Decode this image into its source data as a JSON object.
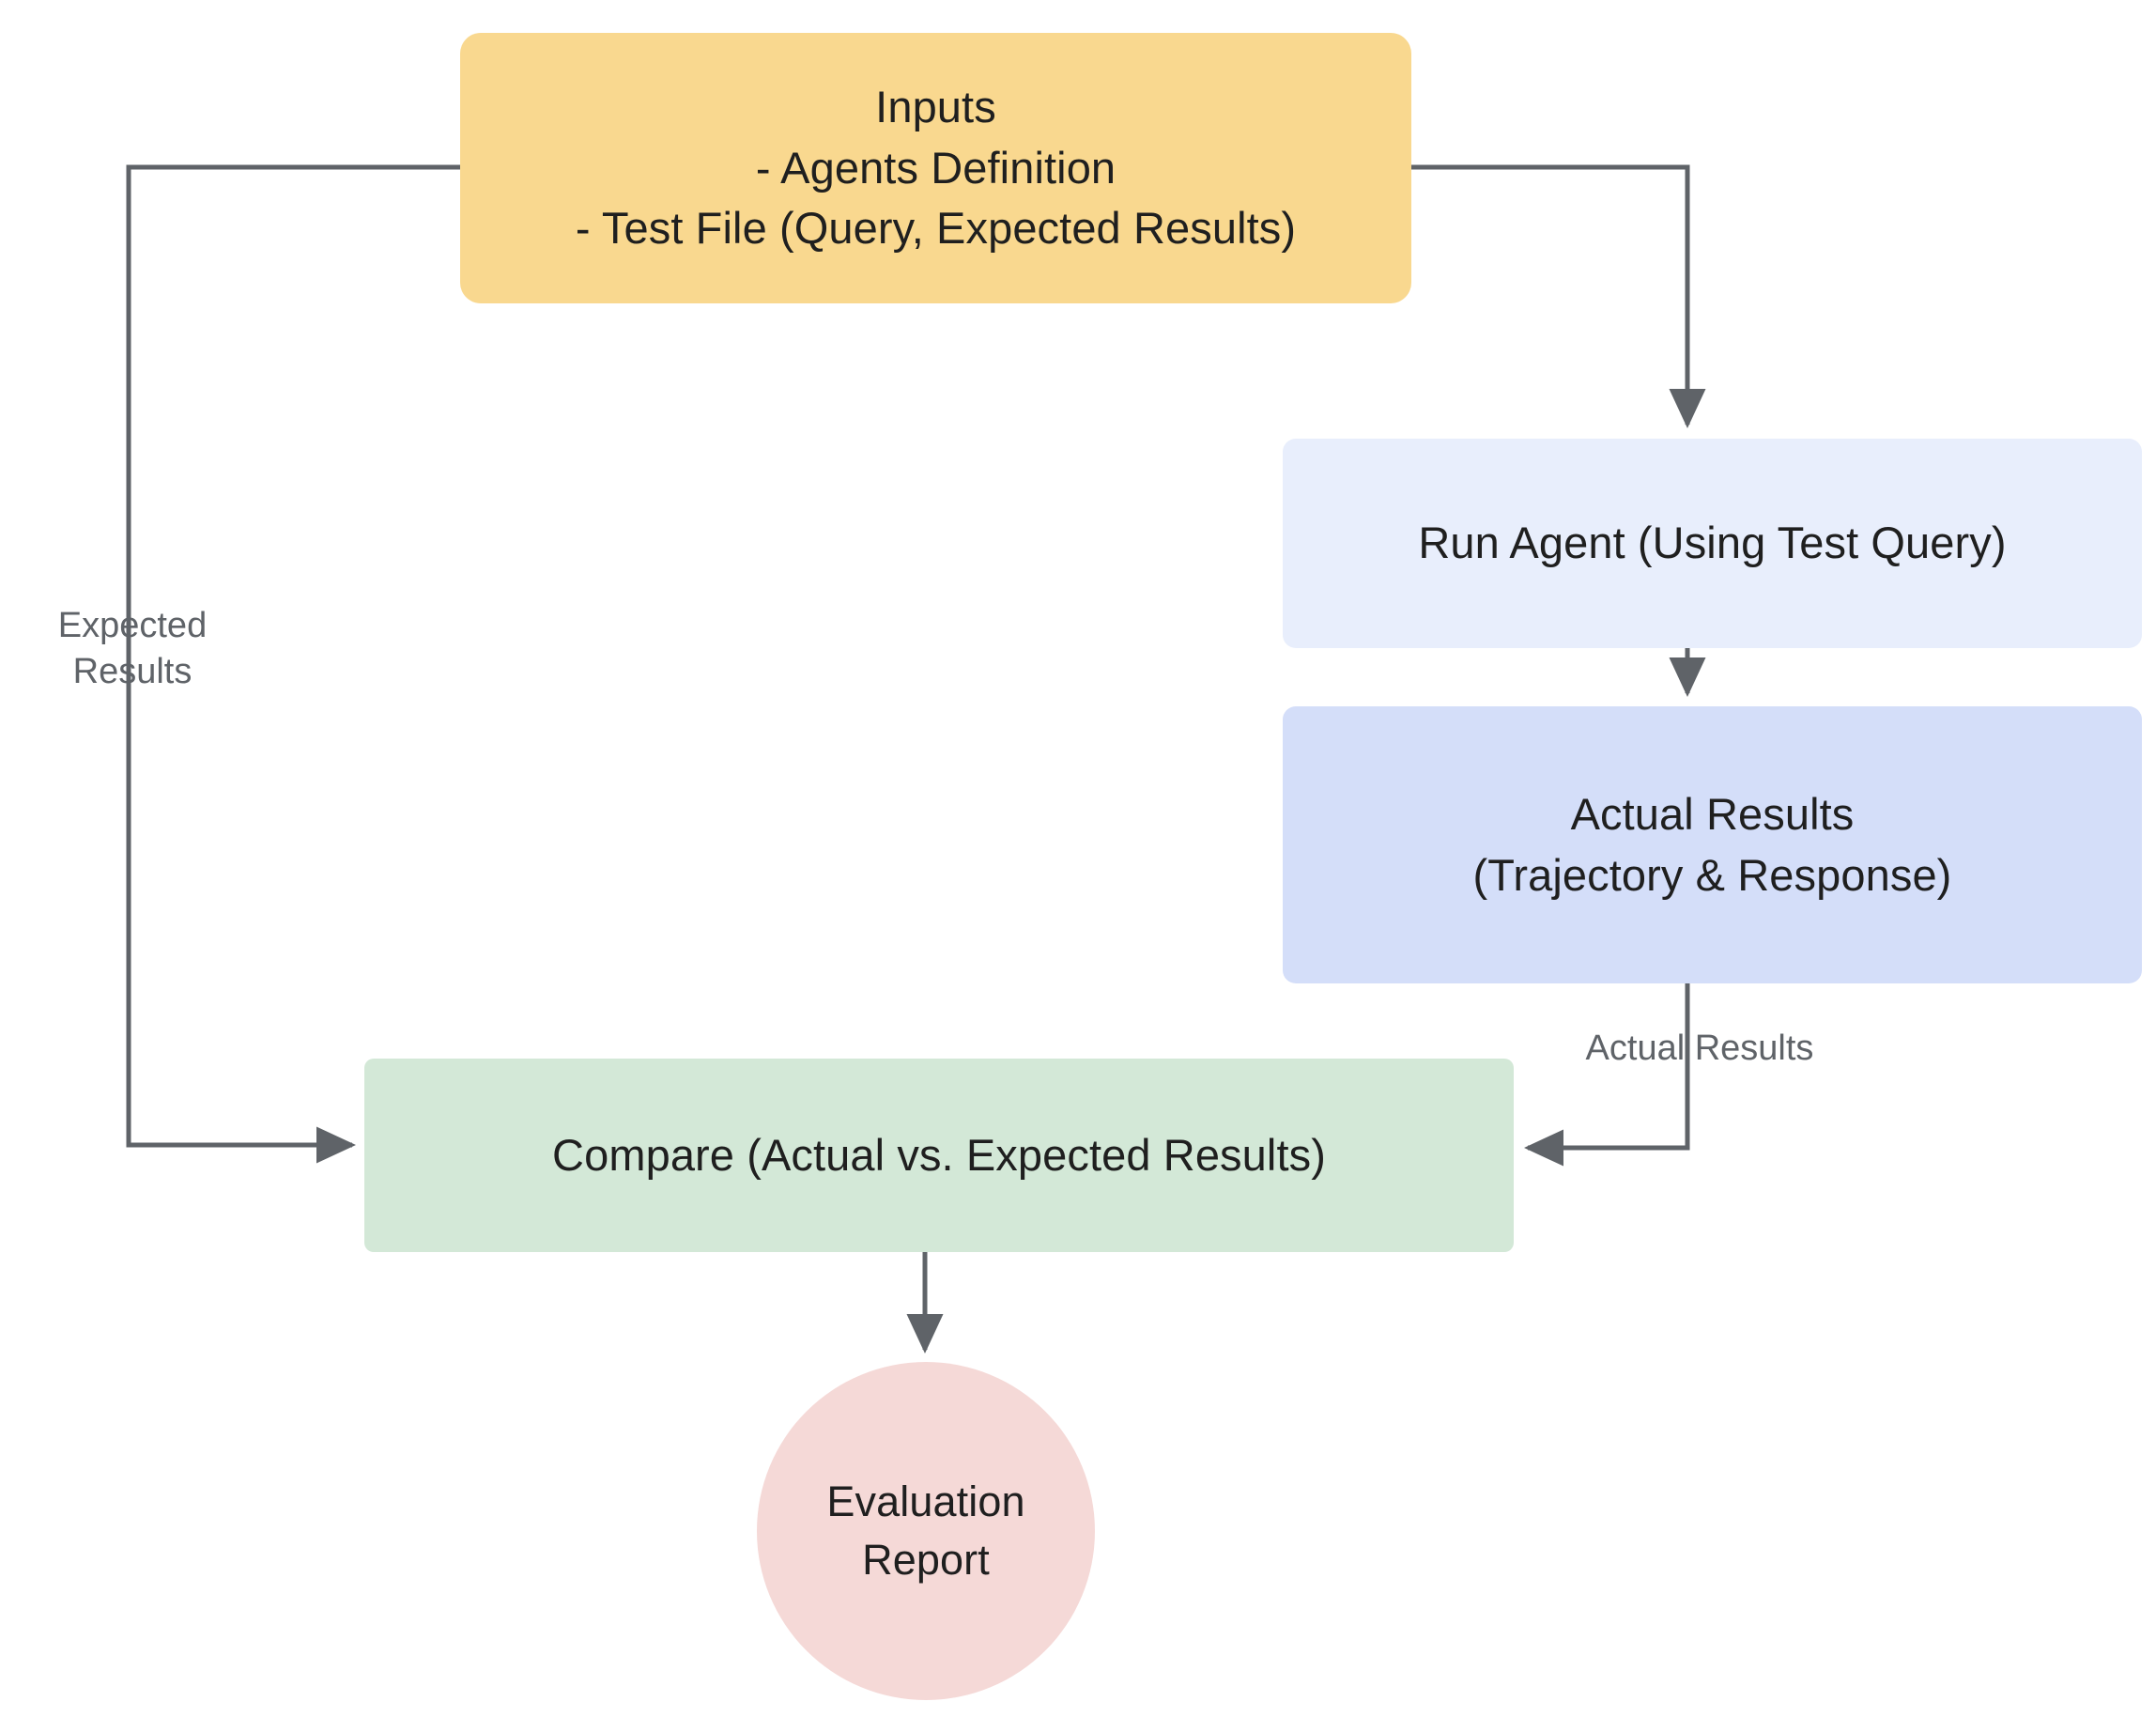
{
  "diagram": {
    "title": "Agent Evaluation Flow",
    "background_color": "#ffffff",
    "edge_color": "#5f6368",
    "nodes": {
      "inputs": {
        "label": "Inputs\n- Agents Definition\n- Test File (Query, Expected Results)",
        "shape": "rounded-rectangle",
        "fill": "#f9d88f",
        "text_color": "#1f1f1f"
      },
      "run_agent": {
        "label": "Run Agent (Using Test Query)",
        "shape": "rounded-rectangle",
        "fill": "#e8eefc",
        "text_color": "#1f1f1f"
      },
      "actual_results": {
        "label": "Actual Results\n(Trajectory & Response)",
        "shape": "rounded-rectangle",
        "fill": "#d4def9",
        "text_color": "#1f1f1f"
      },
      "compare": {
        "label": "Compare (Actual vs. Expected Results)",
        "shape": "rounded-rectangle",
        "fill": "#d3e8d7",
        "text_color": "#1f1f1f"
      },
      "evaluation_report": {
        "label": "Evaluation\nReport",
        "shape": "circle",
        "fill": "#f5d9d7",
        "text_color": "#1f1f1f"
      }
    },
    "edge_labels": {
      "expected_results": "Expected\nResults",
      "actual_results": "Actual Results"
    },
    "edges": [
      {
        "from": "inputs",
        "to": "compare",
        "label": "Expected Results",
        "arrow": "right"
      },
      {
        "from": "inputs",
        "to": "run_agent",
        "label": "",
        "arrow": "down"
      },
      {
        "from": "run_agent",
        "to": "actual_results",
        "label": "",
        "arrow": "down"
      },
      {
        "from": "actual_results",
        "to": "compare",
        "label": "Actual Results",
        "arrow": "left"
      },
      {
        "from": "compare",
        "to": "evaluation_report",
        "label": "",
        "arrow": "down"
      }
    ]
  }
}
